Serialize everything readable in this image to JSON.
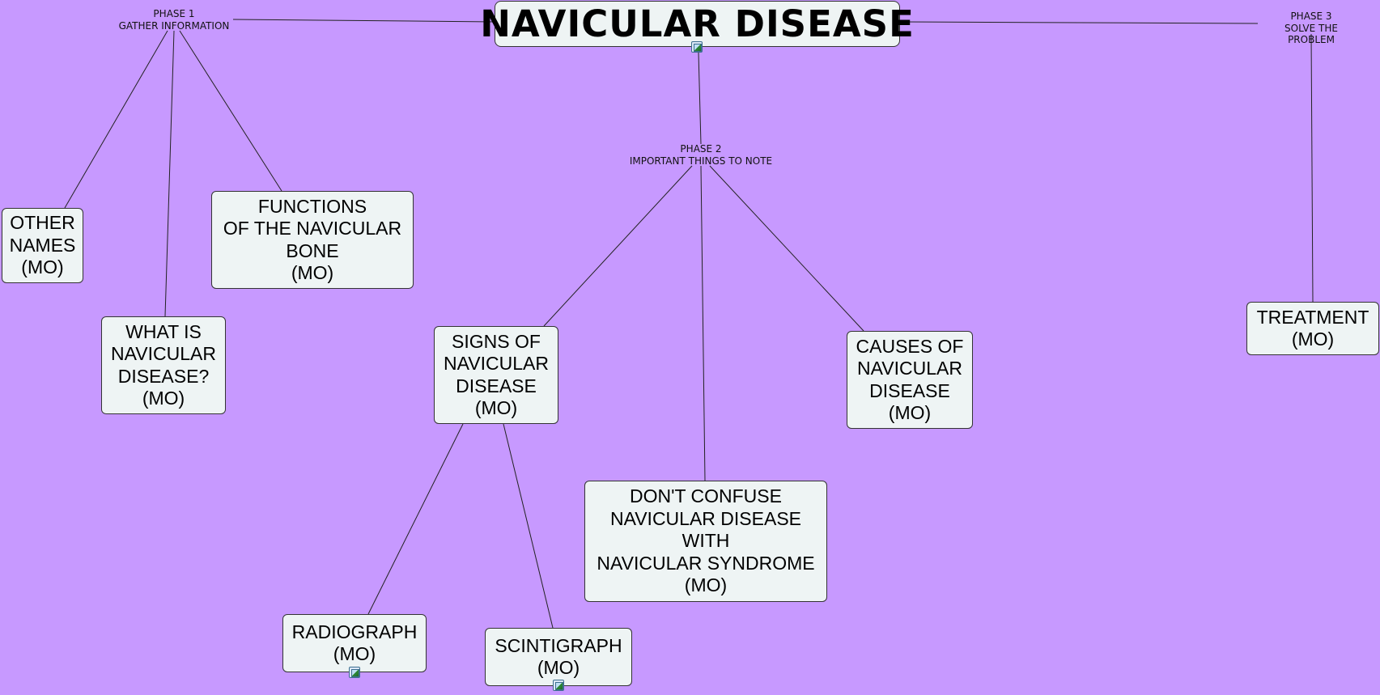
{
  "title": "NAVICULAR DISEASE",
  "phases": {
    "phase1": "PHASE 1\nGATHER INFORMATION",
    "phase2": "PHASE 2\nIMPORTANT THINGS TO NOTE",
    "phase3": "PHASE 3\nSOLVE THE PROBLEM"
  },
  "nodes": {
    "other_names": "OTHER\nNAMES\n(MO)",
    "functions": "FUNCTIONS\nOF THE NAVICULAR\nBONE\n(MO)",
    "what_is": "WHAT IS\nNAVICULAR\nDISEASE?\n(MO)",
    "signs": "SIGNS OF\nNAVICULAR\nDISEASE\n(MO)",
    "causes": "CAUSES OF\nNAVICULAR\nDISEASE\n(MO)",
    "dont_confuse": "DON'T CONFUSE\nNAVICULAR DISEASE\nWITH\nNAVICULAR SYNDROME\n(MO)",
    "radiograph": "RADIOGRAPH\n(MO)",
    "scintigraph": "SCINTIGRAPH\n(MO)",
    "treatment": "TREATMENT\n(MO)"
  },
  "colors": {
    "background": "#c799ff",
    "node_fill": "#eef4f4",
    "line": "#222222"
  },
  "icons": [
    "image-attachment-icon"
  ]
}
